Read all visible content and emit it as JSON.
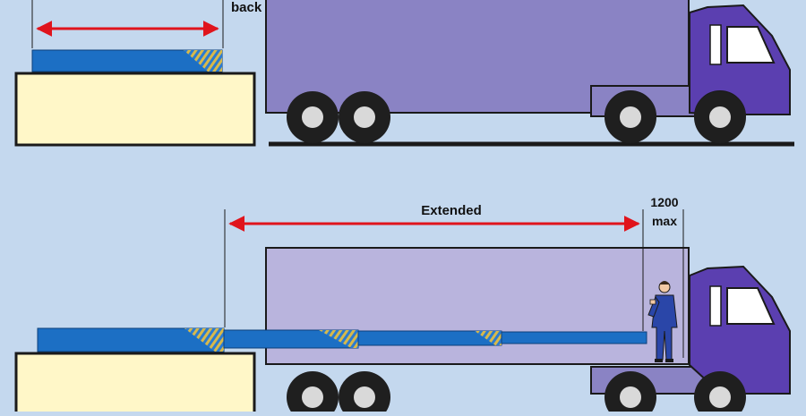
{
  "colors": {
    "background": "#c4d8ee",
    "truck_body": "#8a83c4",
    "truck_body_transparent": "#b9b4dd",
    "truck_cab": "#5b3fb0",
    "outline": "#1a1a1a",
    "platform": "#fff7c8",
    "conveyor": "#1c6fc4",
    "arrow": "#e0141c",
    "person": "#2a46a8"
  },
  "labels": {
    "retracted": "back",
    "extended": "Extended",
    "max_value": "1200",
    "max_unit": "max"
  },
  "icons": {
    "truck": "truck-icon",
    "person": "person-icon"
  }
}
